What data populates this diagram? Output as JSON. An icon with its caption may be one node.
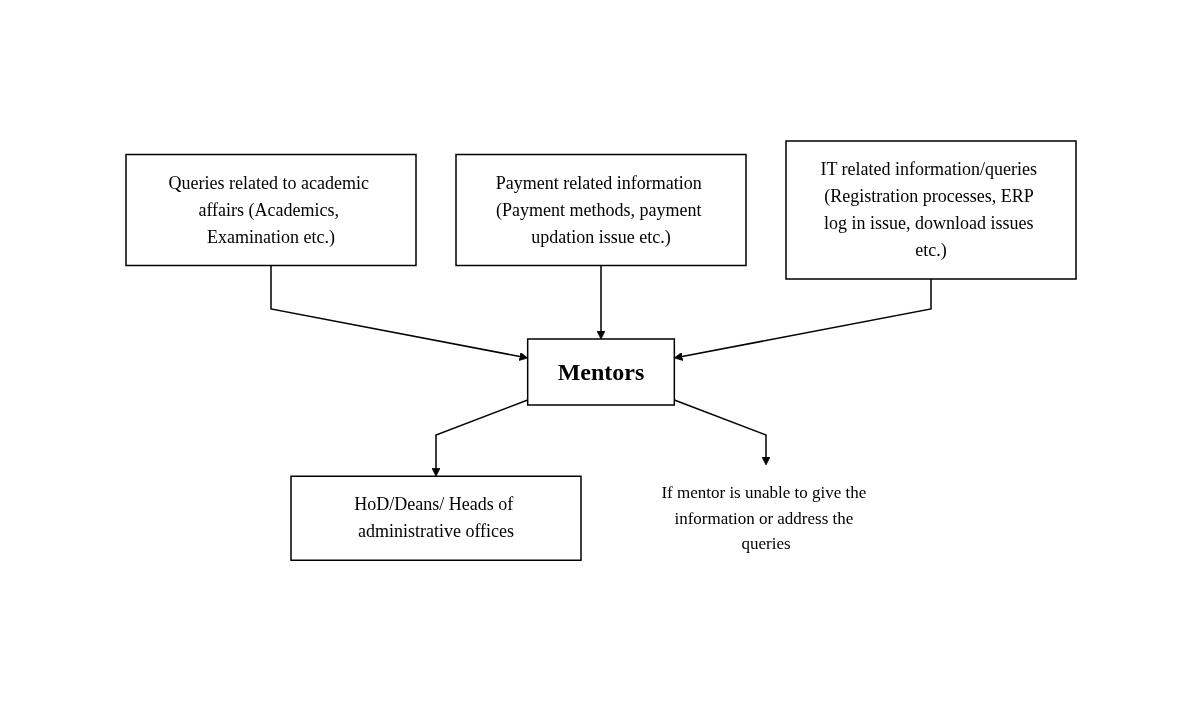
{
  "diagram": {
    "nodes": [
      {
        "text": [
          "Queries related to academic affairs (Academics, Examination etc.)"
        ]
      },
      {
        "text": [
          "Payment related information (Payment methods, payment updation issue etc.)"
        ]
      },
      {
        "text": [
          "IT related information/queries (Registration processes, ERP log in issue, download issues etc.)"
        ]
      },
      {
        "text": [
          "Mentors"
        ]
      },
      {
        "text": [
          "HoD/Deans/ Heads of administrative offices"
        ]
      },
      {
        "text": [
          "If mentor is unable to give the information or address the queries"
        ]
      }
    ],
    "edges": [
      {
        "from": 0,
        "to": 3,
        "arrow": "to"
      },
      {
        "from": 1,
        "to": 3,
        "arrow": "to"
      },
      {
        "from": 2,
        "to": 3,
        "arrow": "to"
      },
      {
        "from": 3,
        "to": 4,
        "arrow": "to"
      },
      {
        "from": 3,
        "to": 5,
        "arrow": "to"
      }
    ]
  }
}
